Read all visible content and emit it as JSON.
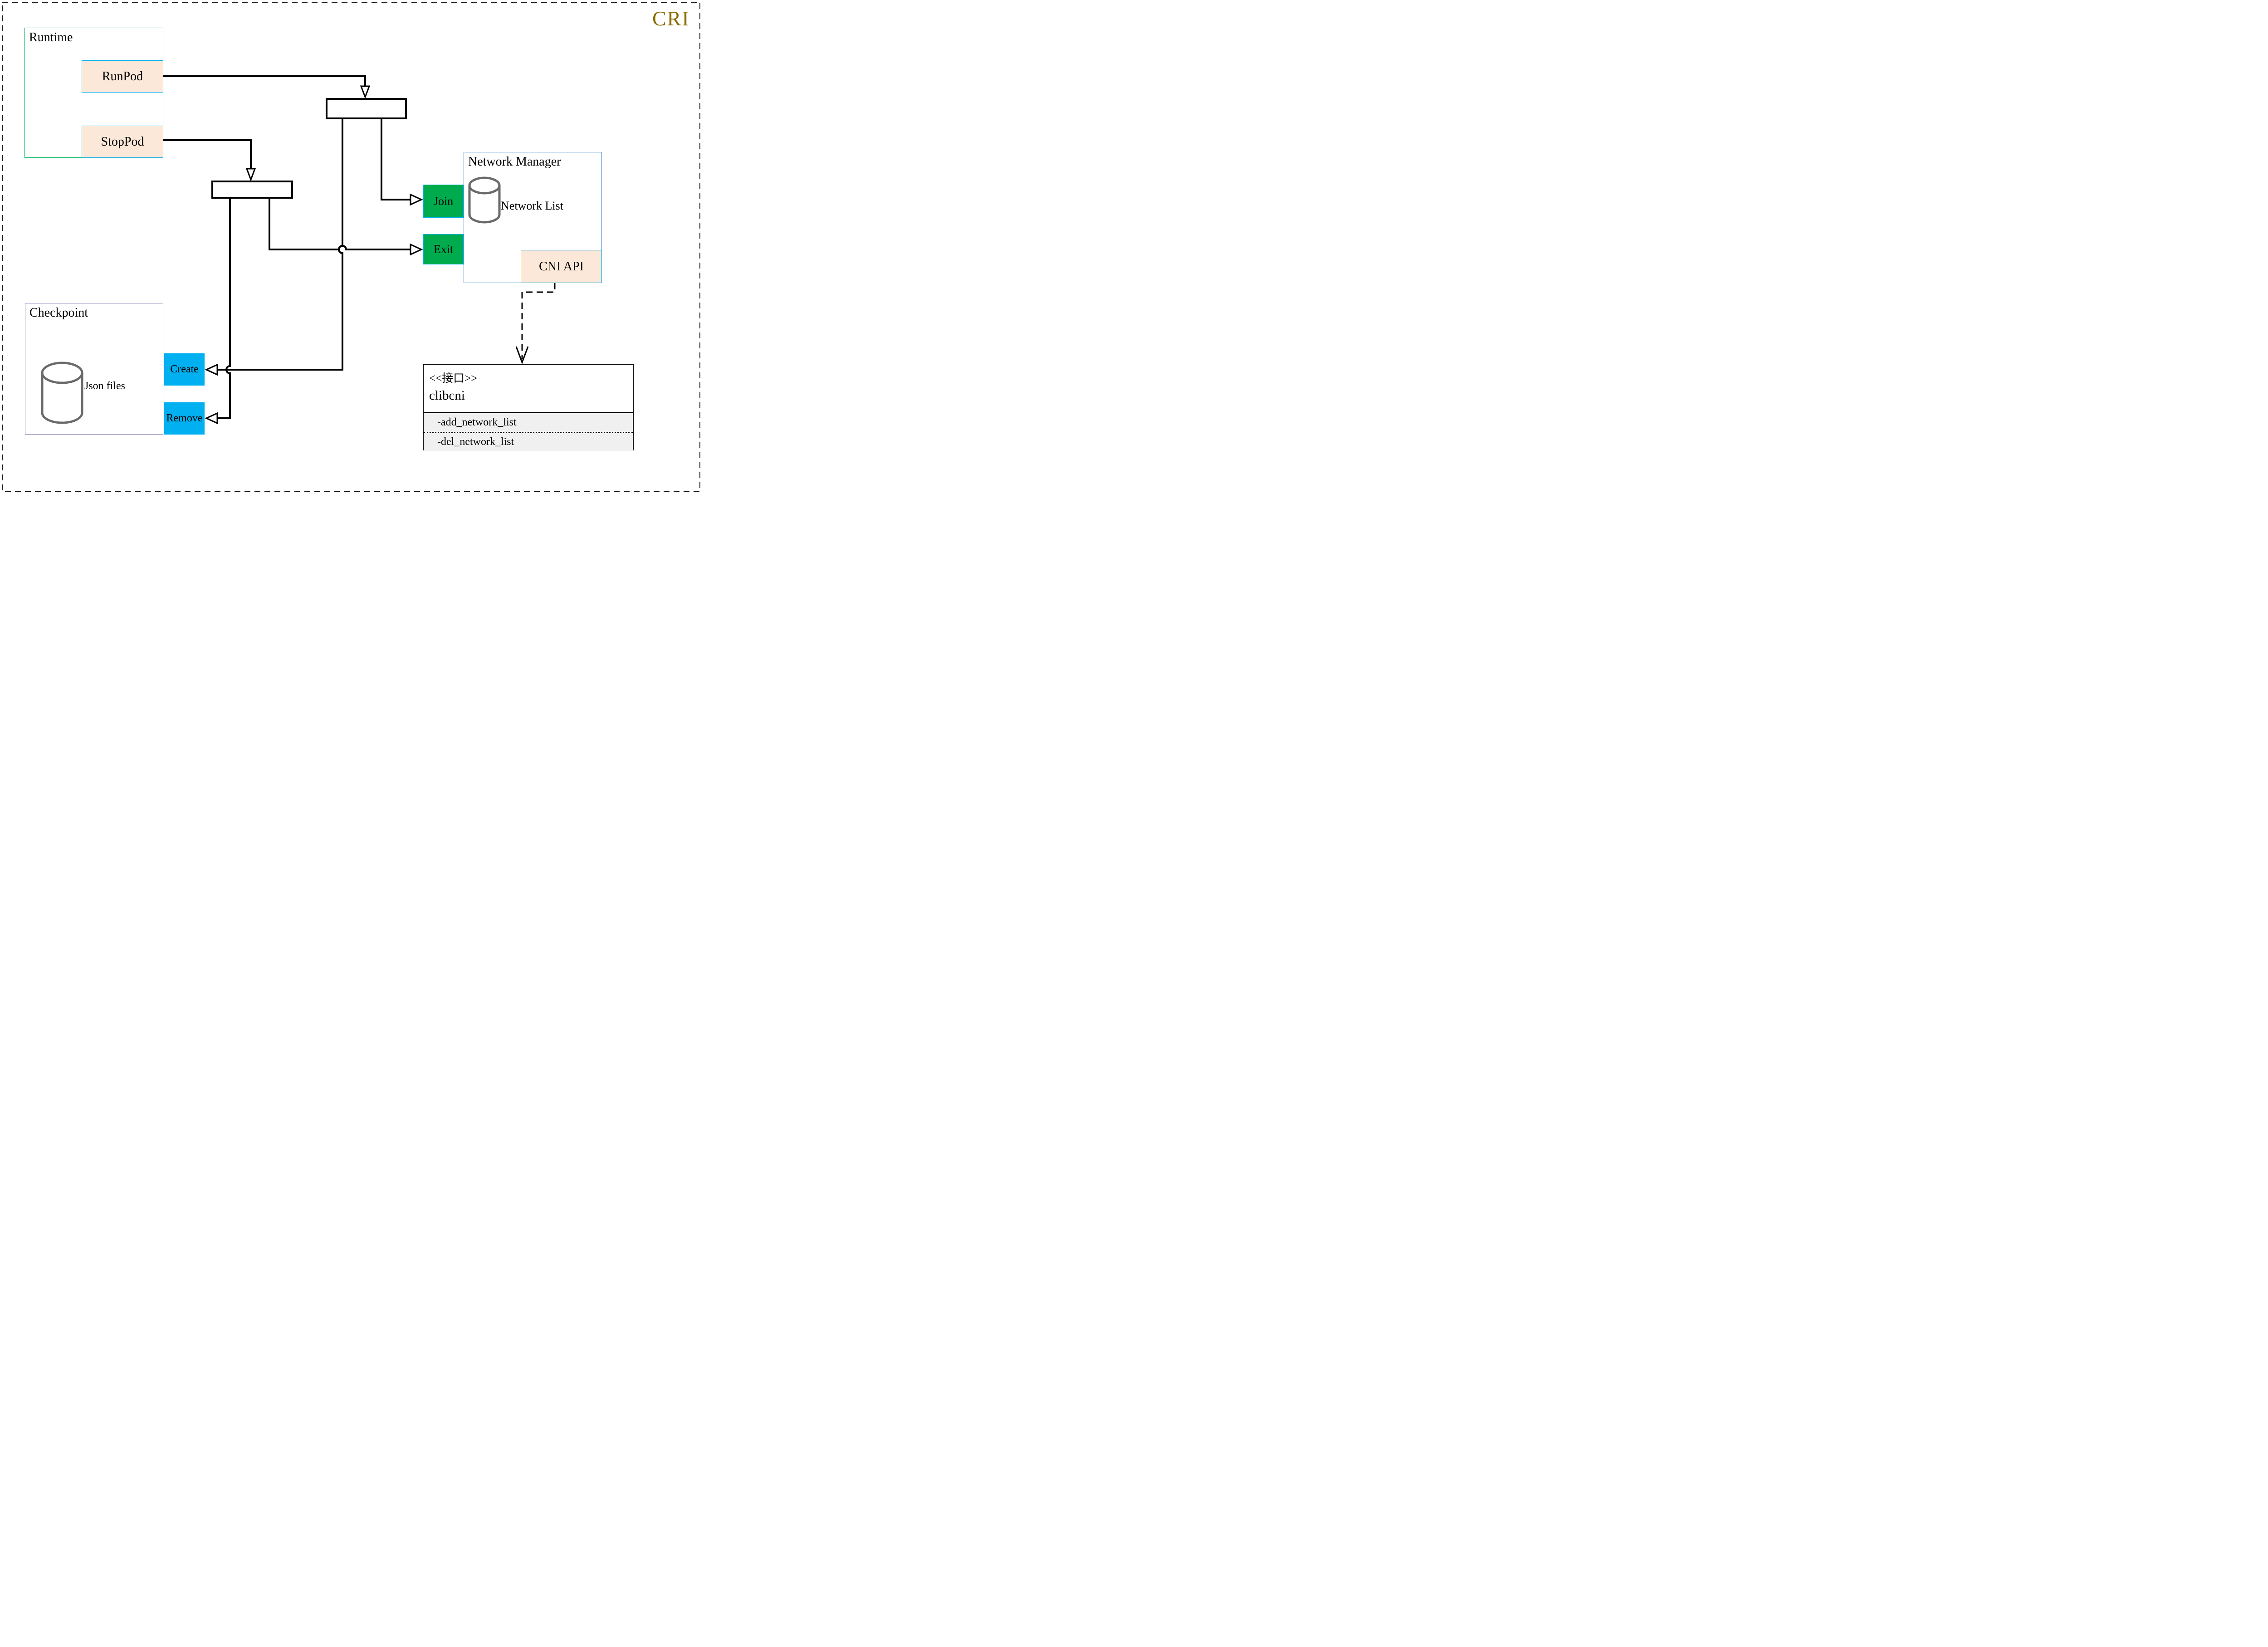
{
  "title_badge": "CRI",
  "colors": {
    "cri_gold": "#8a6d00",
    "runtime_border_green": "#00b35a",
    "method_chip_peach": "#fbe8d8",
    "chip_border_cyan": "#00b0f0",
    "join_exit_green": "#00ab4e",
    "create_remove_blue": "#00b0f0",
    "network_manager_border_blue": "#4a90d5",
    "checkpoint_border_purple": "#8f7fb3",
    "interface_section_gray": "#f0f0f0",
    "connector_black": "#000000",
    "cylinder_gray": "#6a6a6a"
  },
  "runtime": {
    "title": "Runtime",
    "run_label": "RunPod",
    "stop_label": "StopPod"
  },
  "network_manager": {
    "title": "Network Manager",
    "store_label": "Network List",
    "join_label": "Join",
    "exit_label": "Exit",
    "api_label": "CNI API"
  },
  "checkpoint": {
    "title": "Checkpoint",
    "store_label": "Json files",
    "create_label": "Create",
    "remove_label": "Remove"
  },
  "interface": {
    "stereotype": "<<接口>>",
    "name": "clibcni",
    "methods": [
      "-add_network_list",
      "-del_network_list"
    ]
  }
}
